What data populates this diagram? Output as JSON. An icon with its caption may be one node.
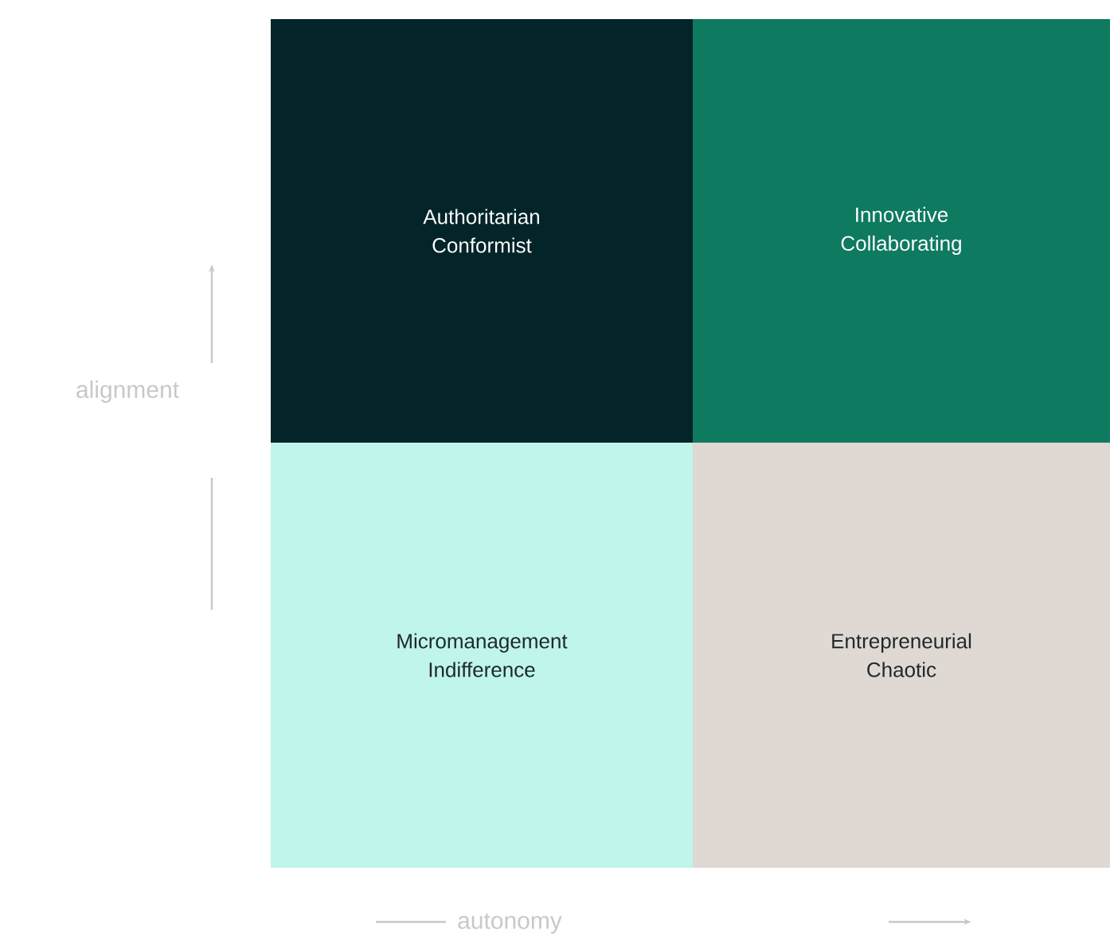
{
  "diagram": {
    "nodes": [
      {
        "text": [
          "Authoritarian Conformist"
        ]
      },
      {
        "text": [
          "Innovative Collaborating"
        ]
      },
      {
        "text": [
          "Micromanagement Indifference"
        ]
      },
      {
        "text": [
          "Entrepreneurial Chaotic"
        ]
      }
    ],
    "labels": [
      "alignment",
      "autonomy"
    ]
  }
}
